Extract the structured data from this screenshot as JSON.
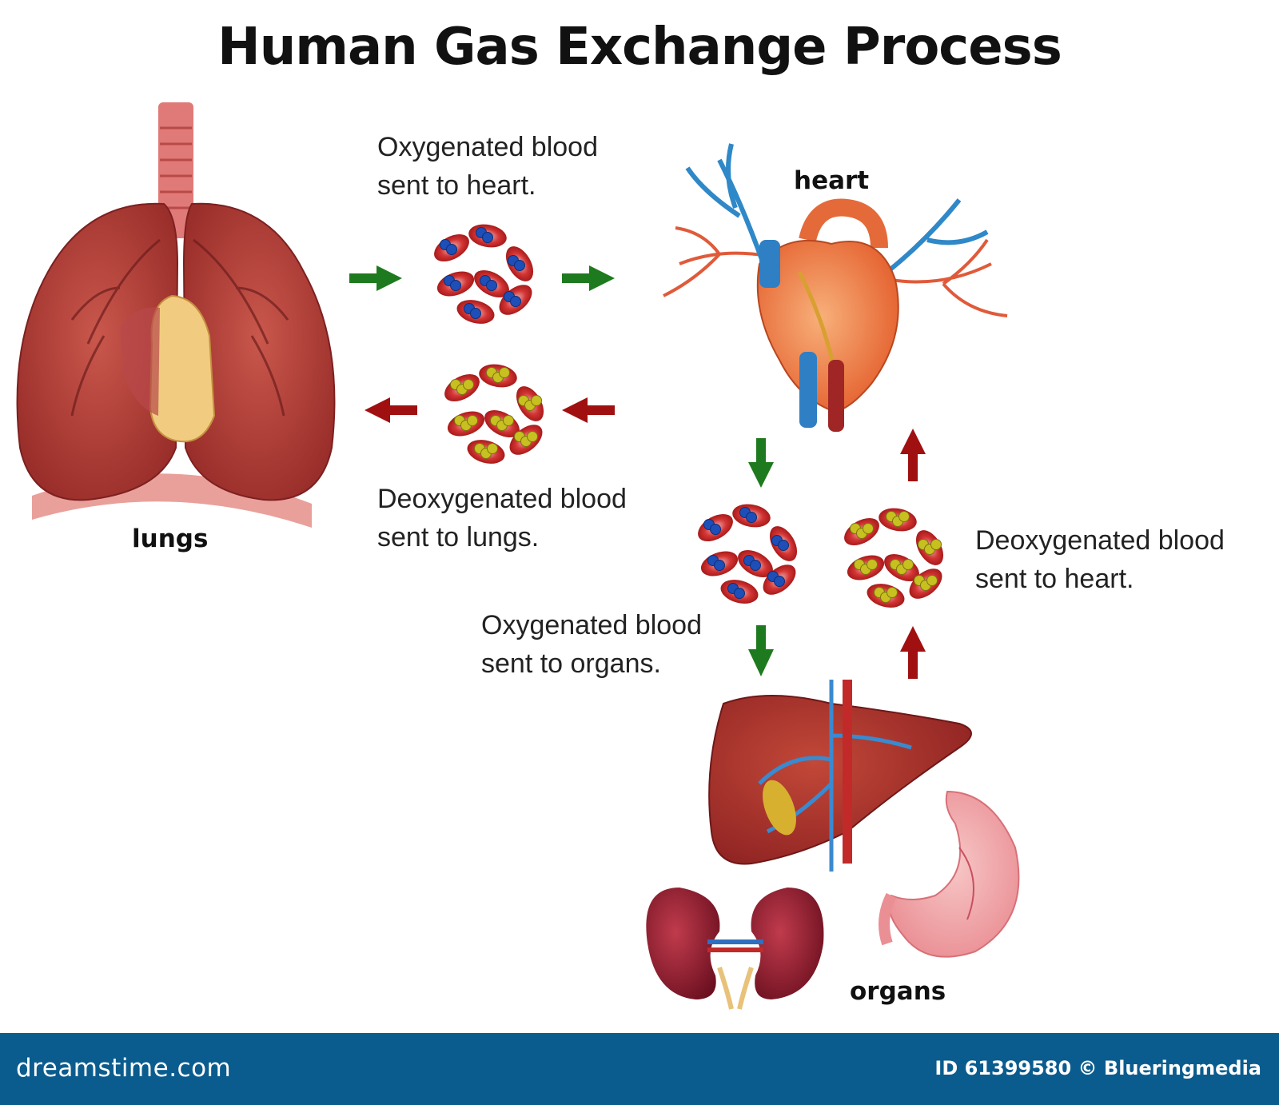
{
  "title": "Human Gas Exchange Process",
  "labels": {
    "lungs": "lungs",
    "heart": "heart",
    "organs": "organs"
  },
  "captions": {
    "oxy_to_heart": [
      "Oxygenated blood",
      "sent to heart."
    ],
    "deoxy_to_lungs": [
      "Deoxygenated blood",
      "sent to lungs."
    ],
    "oxy_to_organs": [
      "Oxygenated blood",
      "sent to organs."
    ],
    "deoxy_to_heart": [
      "Deoxygenated blood",
      "sent to heart."
    ]
  },
  "footer": {
    "brand": "dreamstime.com",
    "credit": "ID 61399580 © Blueringmedia"
  },
  "colors": {
    "oxygenated_arrow": "#1e7a1e",
    "deoxygenated_arrow": "#a01010",
    "oxygen_molecule": "#1e4fb8",
    "carbon_dioxide_molecule": "#c8c020",
    "blood_cell": "#c81e1e",
    "footer_bar": "#0b5c8e"
  }
}
